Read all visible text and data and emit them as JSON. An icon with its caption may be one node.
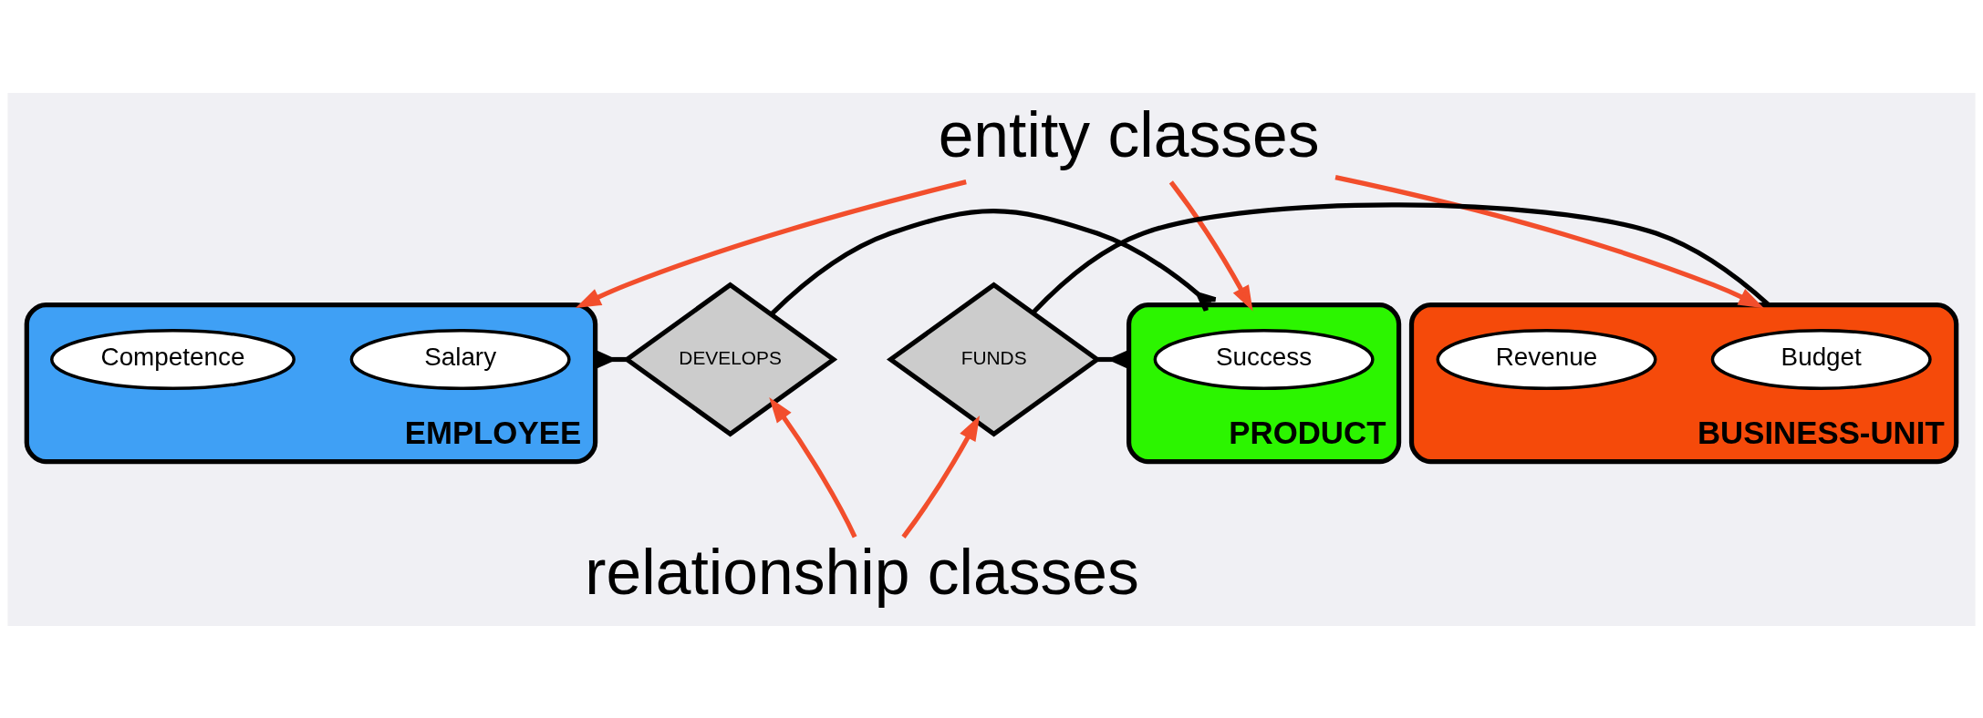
{
  "diagram": {
    "nodes": [
      {
        "text": [
          "entity classes"
        ]
      },
      {
        "text": [
          "EMPLOYEE"
        ]
      },
      {
        "text": [
          "Salary"
        ],
        "in": 1
      },
      {
        "text": [
          "Competence"
        ],
        "in": 1
      },
      {
        "text": [
          "DEVELOPS"
        ]
      },
      {
        "text": [
          "PRODUCT"
        ]
      },
      {
        "text": [
          "Success"
        ],
        "in": 5
      },
      {
        "text": [
          "FUNDS"
        ]
      },
      {
        "text": [
          "BUSINESS-UNIT"
        ]
      },
      {
        "text": [
          "Budget"
        ],
        "in": 8
      },
      {
        "text": [
          "Revenue"
        ],
        "in": 8
      },
      {
        "text": [
          "relationship classes"
        ]
      }
    ],
    "edges": [
      {
        "from": 0,
        "to": 1,
        "arrow": "to"
      },
      {
        "from": 0,
        "to": 5,
        "arrow": "to"
      },
      {
        "from": 0,
        "to": 8,
        "arrow": "to"
      },
      {
        "from": 1,
        "to": 4,
        "arrow": "other",
        "color": "#000000"
      },
      {
        "from": 5,
        "to": 4,
        "arrow": "other",
        "color": "#000000"
      },
      {
        "from": 5,
        "to": 7,
        "arrow": "other",
        "color": "#000000"
      },
      {
        "from": 7,
        "to": 8,
        "arrow": "none",
        "color": "#000000"
      },
      {
        "from": 11,
        "to": 4,
        "arrow": "to"
      },
      {
        "from": 11,
        "to": 7,
        "arrow": "to"
      }
    ]
  }
}
